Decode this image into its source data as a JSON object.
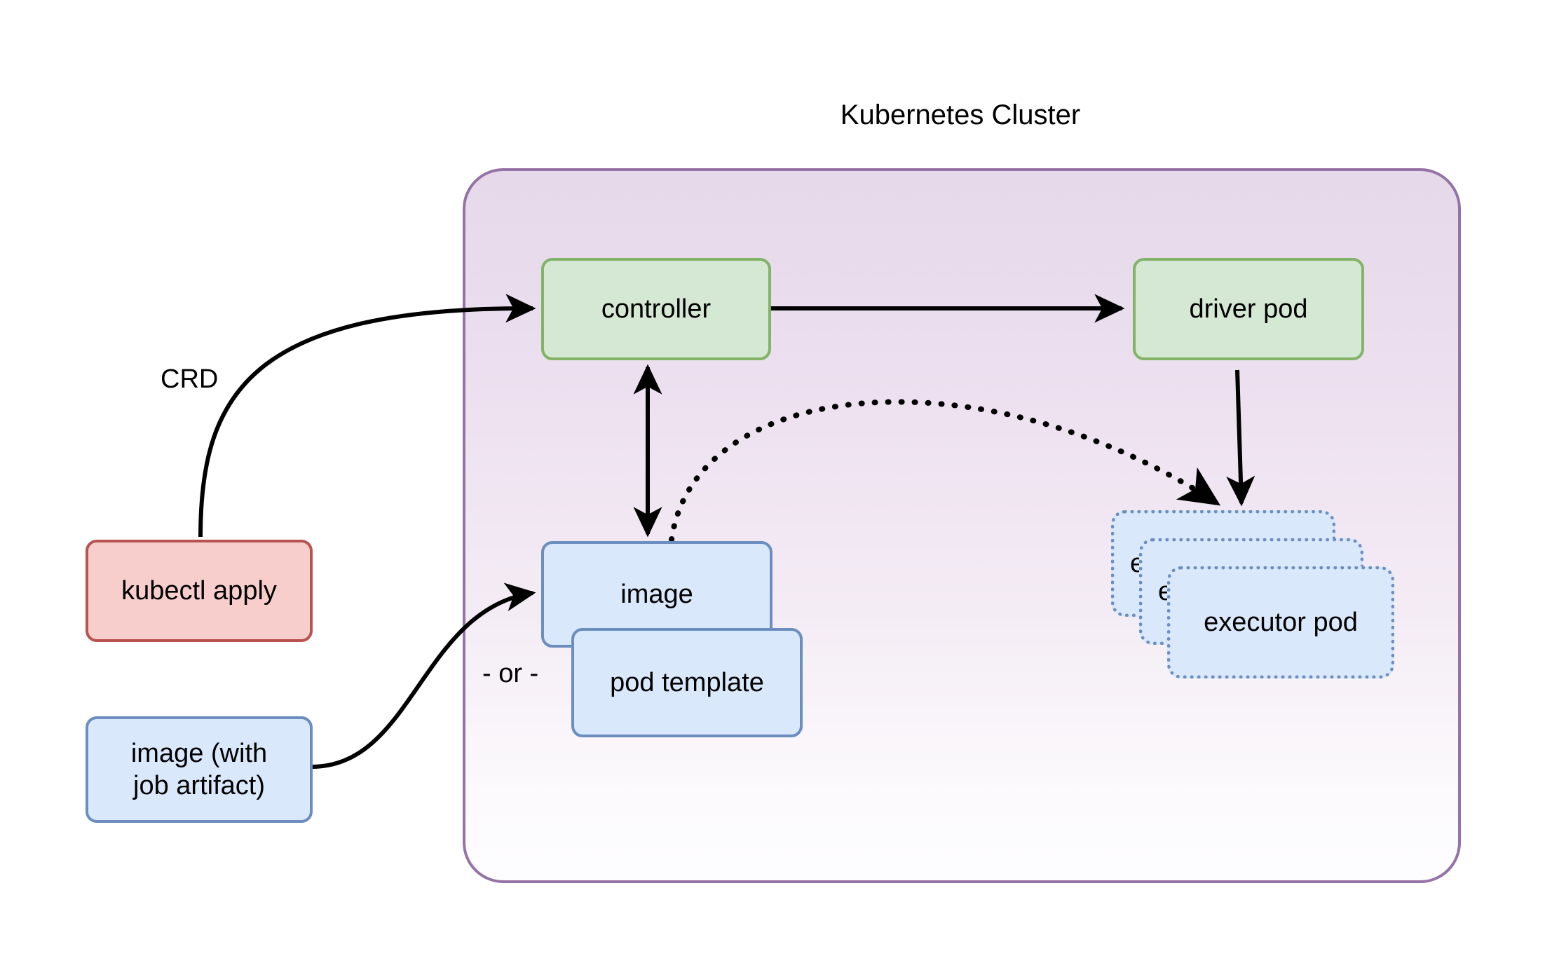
{
  "diagram": {
    "title": "Kubernetes Cluster",
    "background": "#ffffff",
    "palette": {
      "cluster_border": "#9673a6",
      "cluster_fill_top": "#e5d9ea",
      "cluster_fill_bottom": "#fdfcfe",
      "green_fill": "#d5e8d4",
      "green_border": "#82b366",
      "blue_fill": "#dae8fc",
      "blue_border": "#6c8ebf",
      "red_fill": "#f8cecc",
      "red_border": "#b85450",
      "edge_color": "#000000",
      "text_color": "#000000"
    }
  },
  "nodes": {
    "kubectl_apply": {
      "label": "kubectl apply",
      "style": "red"
    },
    "image_job_artifact": {
      "label": "image (with\njob artifact)",
      "line1": "image (with",
      "line2": "job artifact)",
      "style": "blue"
    },
    "controller": {
      "label": "controller",
      "style": "green"
    },
    "driver_pod": {
      "label": "driver pod",
      "style": "green"
    },
    "image": {
      "label": "image",
      "style": "blue"
    },
    "pod_template": {
      "label": "pod template",
      "style": "blue"
    },
    "executor_pod_back": {
      "label": "executor pod",
      "style": "blue-dotted"
    },
    "executor_pod_mid": {
      "label": "executor pod",
      "style": "blue-dotted"
    },
    "executor_pod_front": {
      "label": "executor pod",
      "style": "blue-dotted"
    }
  },
  "edge_labels": {
    "crd": "CRD",
    "or": "- or -"
  },
  "edges": [
    {
      "from": "kubectl_apply",
      "to": "controller",
      "label": "CRD",
      "style": "solid",
      "arrow": "single"
    },
    {
      "from": "image_job_artifact",
      "to": "image",
      "label": "",
      "style": "solid",
      "arrow": "single"
    },
    {
      "from": "controller",
      "to": "driver_pod",
      "label": "",
      "style": "solid",
      "arrow": "single"
    },
    {
      "from": "controller",
      "to": "image",
      "label": "",
      "style": "solid",
      "arrow": "double"
    },
    {
      "from": "image",
      "to": "executor_pod_back",
      "label": "",
      "style": "dotted",
      "arrow": "single"
    },
    {
      "from": "driver_pod",
      "to": "executor_pod_back",
      "label": "",
      "style": "solid",
      "arrow": "single"
    }
  ]
}
